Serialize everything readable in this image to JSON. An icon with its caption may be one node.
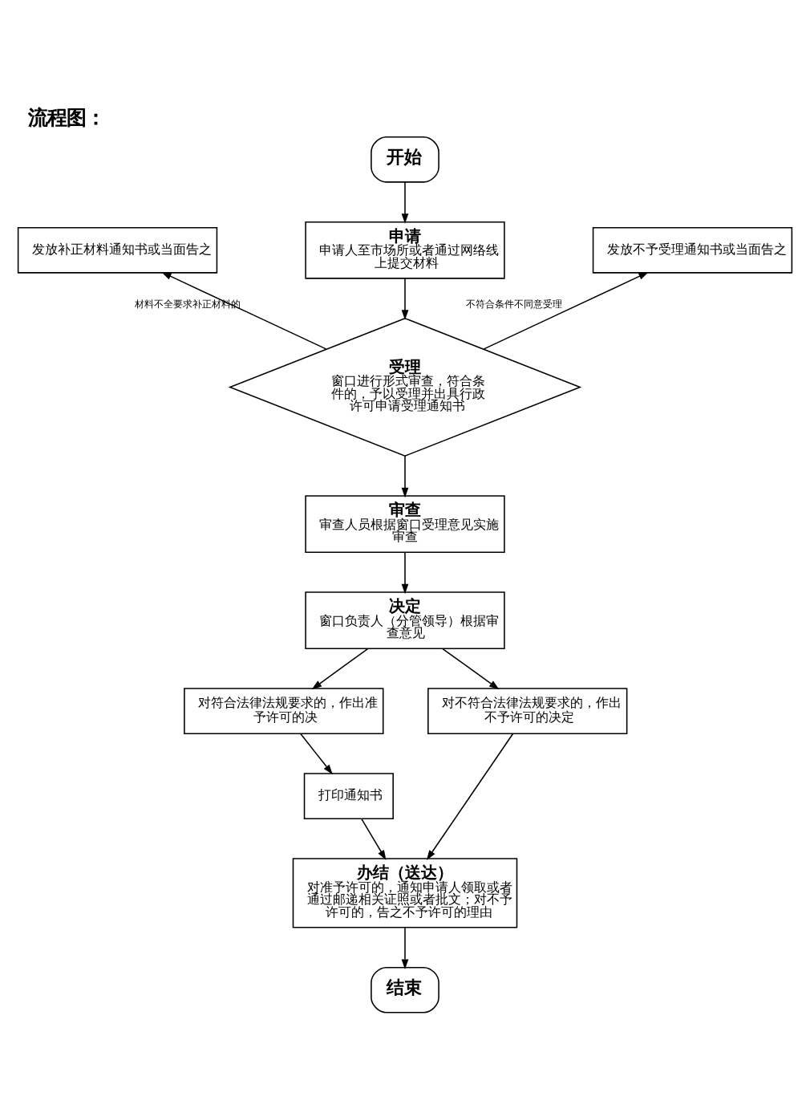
{
  "diagram": {
    "title": "流程图：",
    "nodes": [
      {
        "text": [
          "开始"
        ]
      },
      {
        "text": [
          "申请",
          "申请人至市场所或者通过网络线上提交材料"
        ]
      },
      {
        "text": [
          "发放补正材料通知书或当面告之"
        ]
      },
      {
        "text": [
          "发放不予受理通知书或当面告之"
        ]
      },
      {
        "text": [
          "受理",
          "窗口进行形式审查，符合条件的，予以受理并出具行政许可申请受理通知书"
        ]
      },
      {
        "text": [
          "审查",
          "审查人员根据窗口受理意见实施审查"
        ]
      },
      {
        "text": [
          "决定",
          "窗口负责人（分管领导）根据审查意见"
        ]
      },
      {
        "text": [
          "对符合法律法规要求的，作出准予许可的决"
        ]
      },
      {
        "text": [
          "对不符合法律法规要求的，作出不予许可的决定"
        ]
      },
      {
        "text": [
          "打印通知书"
        ]
      },
      {
        "text": [
          "办结（送达）",
          "对准予许可的，通知申请人领取或者通过邮递相关证照或者批文；对不予许可的，告之不予许可的理由"
        ]
      },
      {
        "text": [
          "结束"
        ]
      }
    ],
    "edges": [
      {
        "from": 0,
        "to": 1,
        "arrow": "to"
      },
      {
        "from": 1,
        "to": 4,
        "arrow": "to"
      },
      {
        "from": 4,
        "to": 2,
        "arrow": "to",
        "label": "材料不全要求补正材料的"
      },
      {
        "from": 4,
        "to": 3,
        "arrow": "to",
        "label": "不符合条件不同意受理"
      },
      {
        "from": 4,
        "to": 5,
        "arrow": "to"
      },
      {
        "from": 5,
        "to": 6,
        "arrow": "to"
      },
      {
        "from": 6,
        "to": 7,
        "arrow": "to"
      },
      {
        "from": 6,
        "to": 8,
        "arrow": "to"
      },
      {
        "from": 7,
        "to": 9,
        "arrow": "to"
      },
      {
        "from": 9,
        "to": 10,
        "arrow": "to"
      },
      {
        "from": 8,
        "to": 10,
        "arrow": "to"
      },
      {
        "from": 10,
        "to": 11,
        "arrow": "to"
      }
    ]
  }
}
